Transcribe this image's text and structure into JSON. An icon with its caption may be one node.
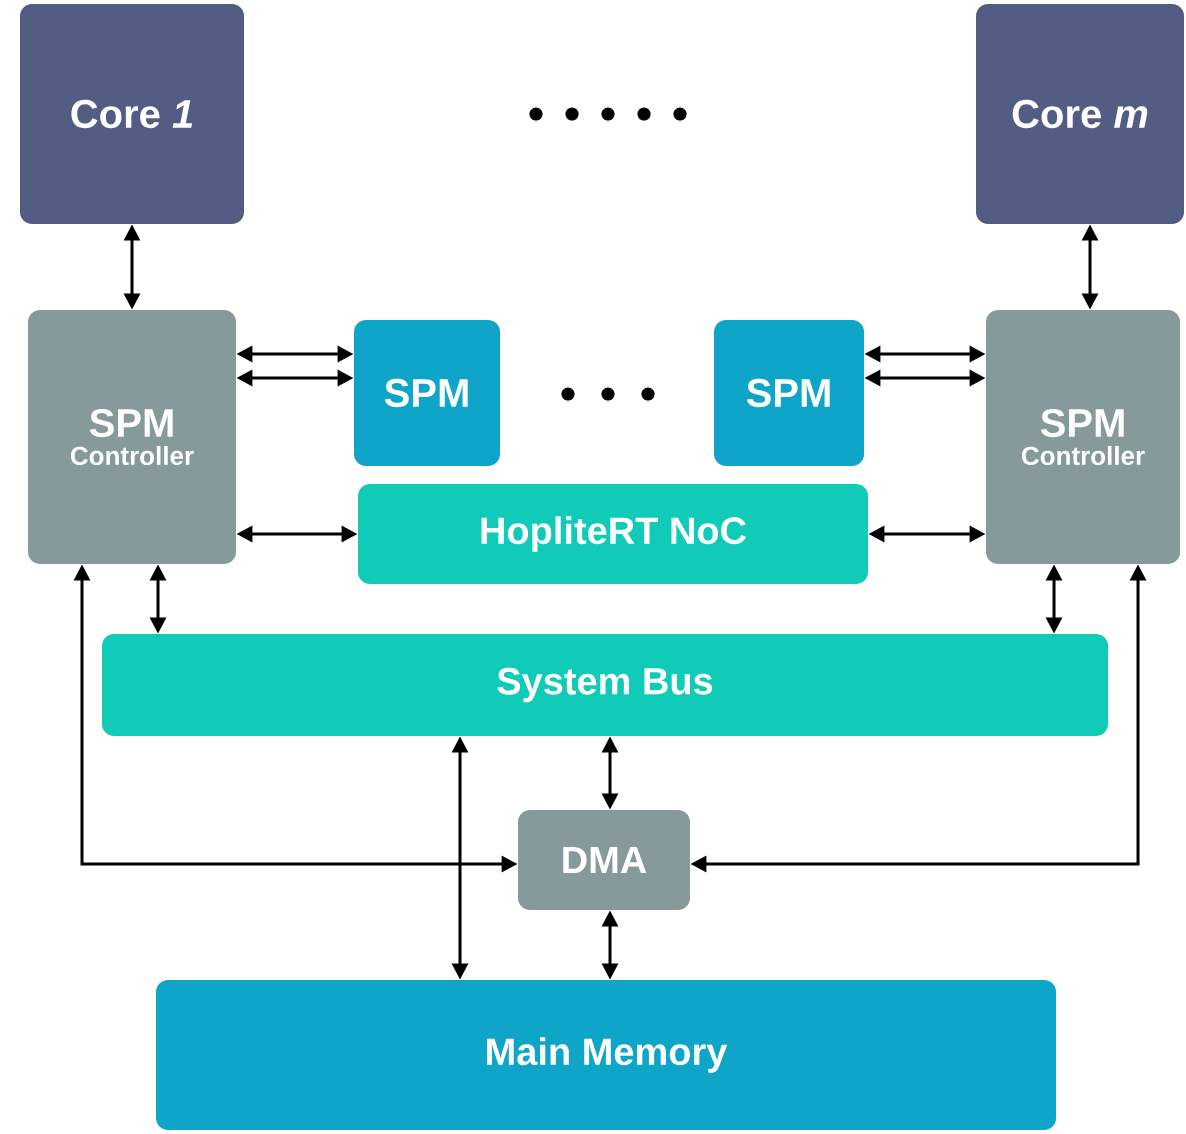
{
  "diagram": {
    "nodes": [
      {
        "text": [
          "Core *1*"
        ]
      },
      {
        "text": [
          "Core *m*"
        ]
      },
      {
        "text": [
          "SPM",
          "Controller"
        ]
      },
      {
        "text": [
          "SPM"
        ]
      },
      {
        "text": [
          "SPM"
        ]
      },
      {
        "text": [
          "SPM",
          "Controller"
        ]
      },
      {
        "text": [
          "HopliteRT NoC"
        ]
      },
      {
        "text": [
          "System Bus"
        ]
      },
      {
        "text": [
          "DMA"
        ]
      },
      {
        "text": [
          "Main Memory"
        ]
      }
    ],
    "edges": [
      {
        "from": 0,
        "to": 2,
        "arrow": "both"
      },
      {
        "from": 1,
        "to": 5,
        "arrow": "both"
      },
      {
        "from": 2,
        "to": 3,
        "arrow": "both"
      },
      {
        "from": 2,
        "to": 3,
        "arrow": "both"
      },
      {
        "from": 4,
        "to": 5,
        "arrow": "both"
      },
      {
        "from": 4,
        "to": 5,
        "arrow": "both"
      },
      {
        "from": 2,
        "to": 6,
        "arrow": "both"
      },
      {
        "from": 6,
        "to": 5,
        "arrow": "both"
      },
      {
        "from": 2,
        "to": 7,
        "arrow": "both"
      },
      {
        "from": 5,
        "to": 7,
        "arrow": "both"
      },
      {
        "from": 2,
        "to": 8,
        "arrow": "both"
      },
      {
        "from": 5,
        "to": 8,
        "arrow": "both"
      },
      {
        "from": 7,
        "to": 8,
        "arrow": "both"
      },
      {
        "from": 7,
        "to": 9,
        "arrow": "both"
      },
      {
        "from": 8,
        "to": 9,
        "arrow": "both"
      }
    ]
  }
}
